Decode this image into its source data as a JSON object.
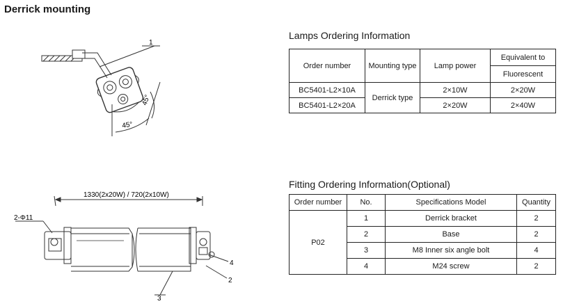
{
  "page": {
    "title": "Derrick mounting"
  },
  "derrick_drawing": {
    "callout": "1",
    "angle_a": "45°",
    "angle_b": "45°"
  },
  "lamp_drawing": {
    "length_label": "1330(2x20W) / 720(2x10W)",
    "hole_label": "2-Φ11",
    "callouts": [
      "4",
      "2",
      "3"
    ]
  },
  "lamps": {
    "title": "Lamps Ordering Information",
    "headers": {
      "order_number": "Order number",
      "mounting_type": "Mounting type",
      "lamp_power": "Lamp power",
      "equivalent_top": "Equivalent to",
      "equivalent_bottom": "Fluorescent"
    },
    "mounting_value": "Derrick type",
    "rows": [
      {
        "order": "BC5401-L2×10A",
        "power": "2×10W",
        "equivalent": "2×20W"
      },
      {
        "order": "BC5401-L2×20A",
        "power": "2×20W",
        "equivalent": "2×40W"
      }
    ]
  },
  "fitting": {
    "title": "Fitting Ordering Information(Optional)",
    "headers": {
      "order_number": "Order number",
      "no": "No.",
      "spec": "Specifications Model",
      "qty": "Quantity"
    },
    "order_value": "P02",
    "rows": [
      {
        "no": "1",
        "spec": "Derrick bracket",
        "qty": "2"
      },
      {
        "no": "2",
        "spec": "Base",
        "qty": "2"
      },
      {
        "no": "3",
        "spec": "M8 Inner six angle bolt",
        "qty": "4"
      },
      {
        "no": "4",
        "spec": "M24 screw",
        "qty": "2"
      }
    ]
  }
}
